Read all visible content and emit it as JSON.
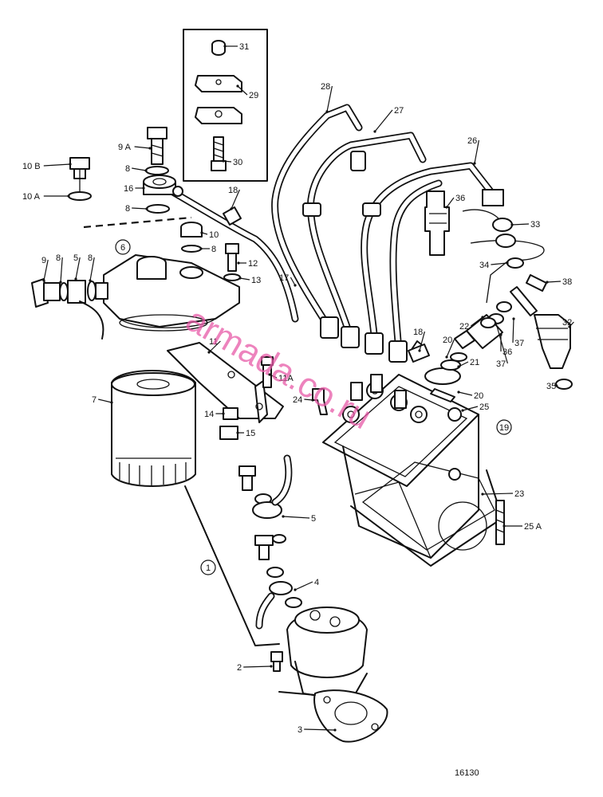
{
  "labels": [
    {
      "text": "31"
    },
    {
      "text": "29"
    },
    {
      "text": "30"
    },
    {
      "text": "28"
    },
    {
      "text": "27"
    },
    {
      "text": "26"
    },
    {
      "text": "9 A"
    },
    {
      "text": "10 B"
    },
    {
      "text": "8"
    },
    {
      "text": "16"
    },
    {
      "text": "10 A"
    },
    {
      "text": "18"
    },
    {
      "text": "36"
    },
    {
      "text": "33"
    },
    {
      "text": "8"
    },
    {
      "text": "10"
    },
    {
      "text": "8"
    },
    {
      "text": "9"
    },
    {
      "text": "8"
    },
    {
      "text": "5"
    },
    {
      "text": "8"
    },
    {
      "text": "6"
    },
    {
      "text": "12"
    },
    {
      "text": "13"
    },
    {
      "text": "17"
    },
    {
      "text": "34"
    },
    {
      "text": "38"
    },
    {
      "text": "32"
    },
    {
      "text": "22"
    },
    {
      "text": "18"
    },
    {
      "text": "20"
    },
    {
      "text": "36"
    },
    {
      "text": "37"
    },
    {
      "text": "37"
    },
    {
      "text": "21"
    },
    {
      "text": "11"
    },
    {
      "text": "11A"
    },
    {
      "text": "20"
    },
    {
      "text": "24"
    },
    {
      "text": "25"
    },
    {
      "text": "19"
    },
    {
      "text": "35"
    },
    {
      "text": "7"
    },
    {
      "text": "14"
    },
    {
      "text": "15"
    },
    {
      "text": "23"
    },
    {
      "text": "5"
    },
    {
      "text": "25 A"
    },
    {
      "text": "1"
    },
    {
      "text": "4"
    },
    {
      "text": "2"
    },
    {
      "text": "3"
    }
  ],
  "drawing_number": "16130",
  "watermark": "armada.co.ru"
}
